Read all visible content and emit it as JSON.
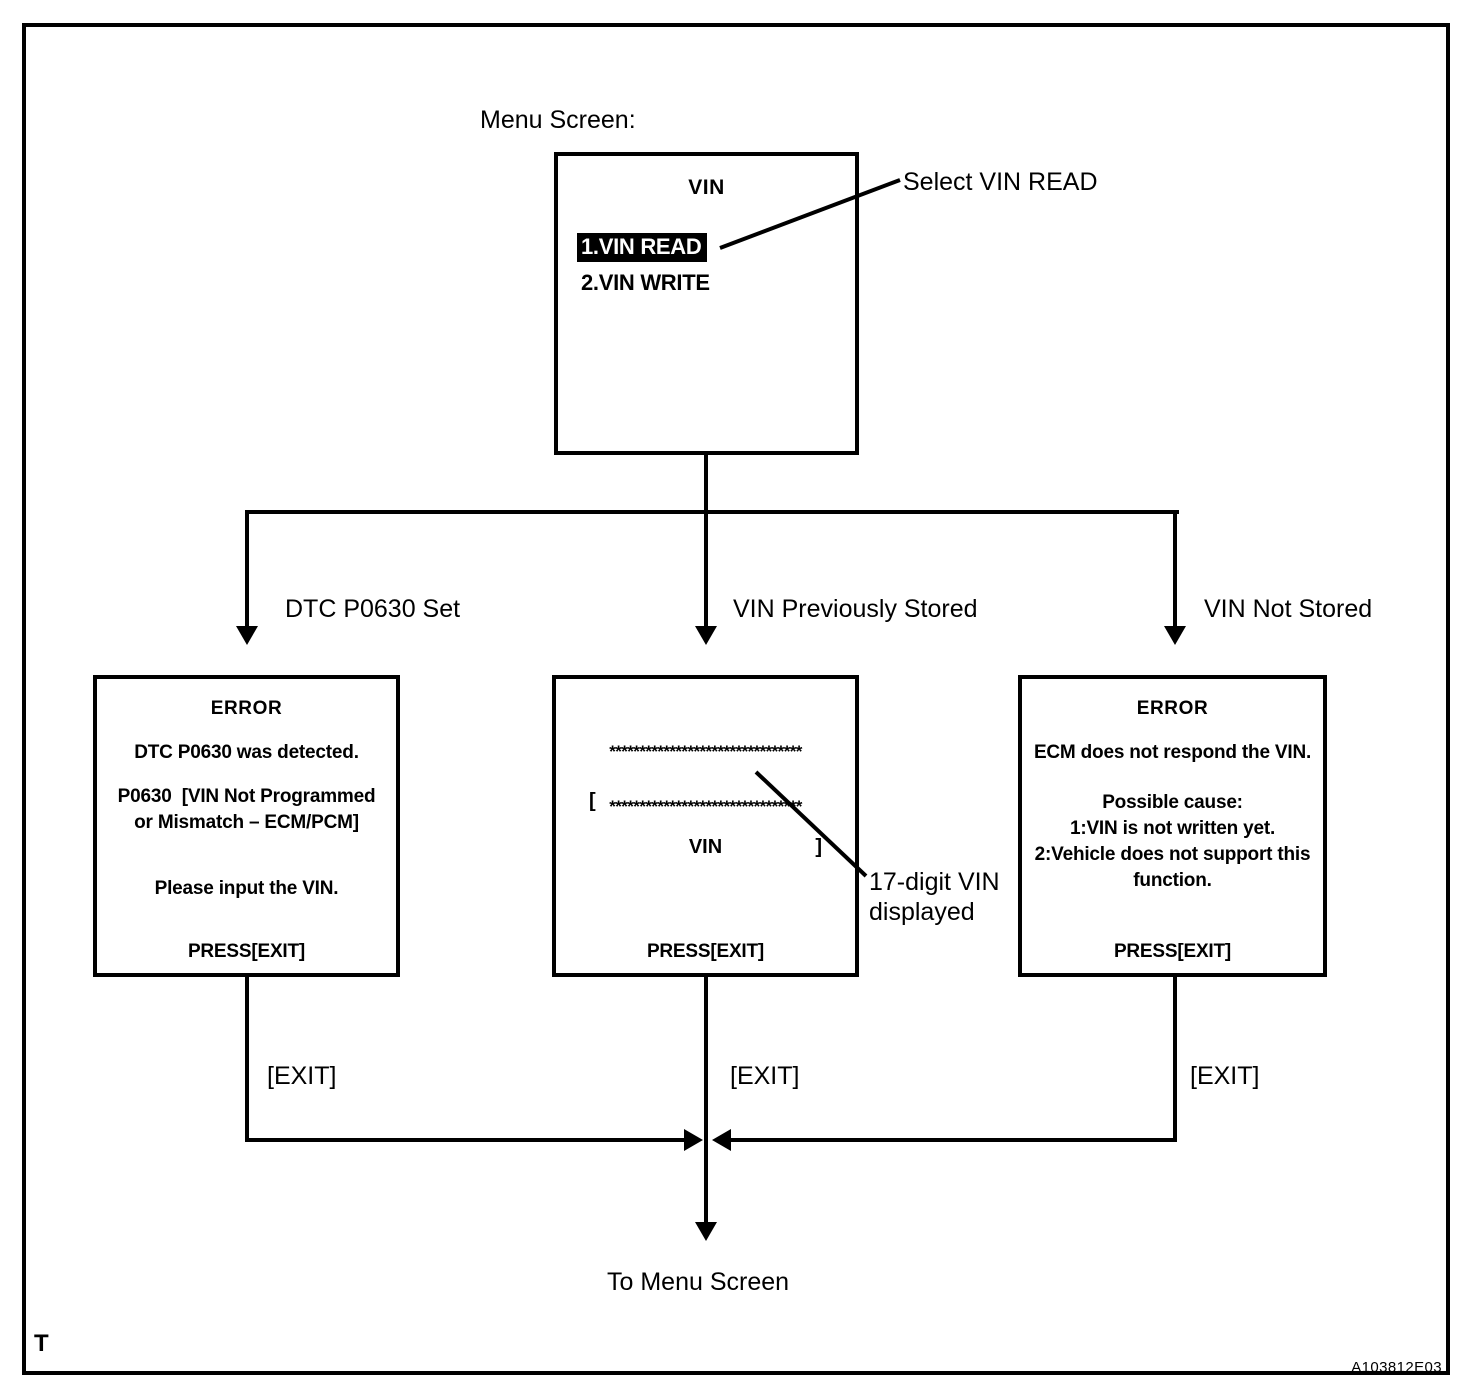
{
  "figure": {
    "code": "A103812E03",
    "corner_mark": "T",
    "caption_top": "Menu Screen:",
    "caption_bottom": "To Menu Screen"
  },
  "menu_screen": {
    "title": "VIN",
    "items": [
      {
        "label": "1.VIN READ",
        "selected": true
      },
      {
        "label": "2.VIN WRITE",
        "selected": false
      }
    ],
    "callout": "Select VIN READ"
  },
  "branches": [
    {
      "label": "DTC P0630 Set"
    },
    {
      "label": "VIN Previously Stored"
    },
    {
      "label": "VIN Not Stored"
    }
  ],
  "result_screens": [
    {
      "name": "dtc-error-screen",
      "lines": [
        "ERROR",
        "DTC P0630 was detected.",
        "P0630  [VIN Not Programmed",
        "or Mismatch – ECM/PCM]",
        "Please input the VIN.",
        "PRESS[EXIT]"
      ]
    },
    {
      "name": "vin-display-screen",
      "stars_top": "********************************",
      "vin_open_bracket": "[",
      "vin_label": "VIN",
      "vin_close_bracket": "]",
      "stars_bottom": "********************************",
      "footer": "PRESS[EXIT]",
      "callout": "17-digit VIN\ndisplayed",
      "callout_line1": "17-digit VIN",
      "callout_line2": "displayed"
    },
    {
      "name": "no-response-error-screen",
      "lines": [
        "ERROR",
        "ECM does not respond the VIN.",
        "Possible cause:",
        "1:VIN is not written yet.",
        "2:Vehicle does not support this",
        "function.",
        "PRESS[EXIT]"
      ]
    }
  ],
  "exit_labels": [
    {
      "label": "[EXIT]"
    },
    {
      "label": "[EXIT]"
    },
    {
      "label": "[EXIT]"
    }
  ],
  "colors": {
    "ink": "#000000",
    "paper": "#ffffff",
    "highlight_bg": "#000000",
    "highlight_fg": "#ffffff"
  }
}
